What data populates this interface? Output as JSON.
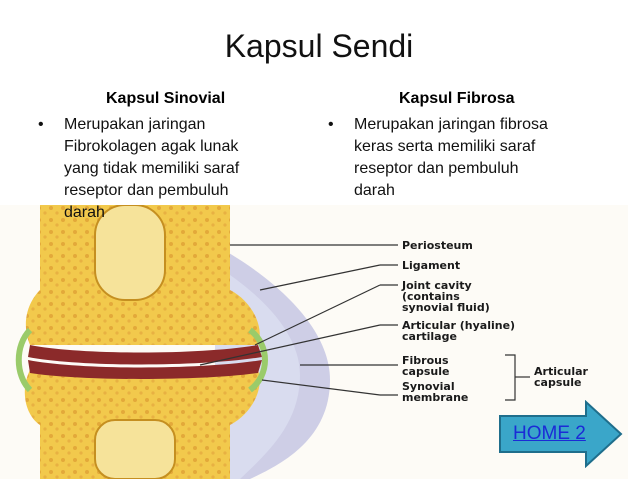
{
  "slide": {
    "title": "Kapsul Sendi"
  },
  "columns": {
    "left": {
      "heading": "Kapsul Sinovial",
      "bullet_lines": [
        "Merupakan jaringan",
        "Fibrokolagen agak lunak",
        "yang tidak memiliki saraf",
        "reseptor dan pembuluh",
        "darah"
      ]
    },
    "right": {
      "heading": "Kapsul Fibrosa",
      "bullet_lines": [
        "Merupakan jaringan fibrosa",
        "keras serta memiliki saraf",
        "reseptor dan pembuluh",
        "darah"
      ]
    }
  },
  "figure": {
    "labels": {
      "periosteum": "Periosteum",
      "ligament": "Ligament",
      "joint_cavity_1": "Joint cavity",
      "joint_cavity_2": "(contains",
      "joint_cavity_3": "synovial fluid)",
      "articular_cartilage_1": "Articular (hyaline)",
      "articular_cartilage_2": "cartilage",
      "fibrous_capsule_1": "Fibrous",
      "fibrous_capsule_2": "capsule",
      "synovial_membrane_1": "Synovial",
      "synovial_membrane_2": "membrane",
      "articular_capsule_1": "Articular",
      "articular_capsule_2": "capsule"
    }
  },
  "nav": {
    "home_label": "HOME 2"
  },
  "colors": {
    "bone": "#f2c94c",
    "cartilage": "#8b2a2a",
    "link": "#1b2bd6",
    "button": "#3aa6c9"
  }
}
